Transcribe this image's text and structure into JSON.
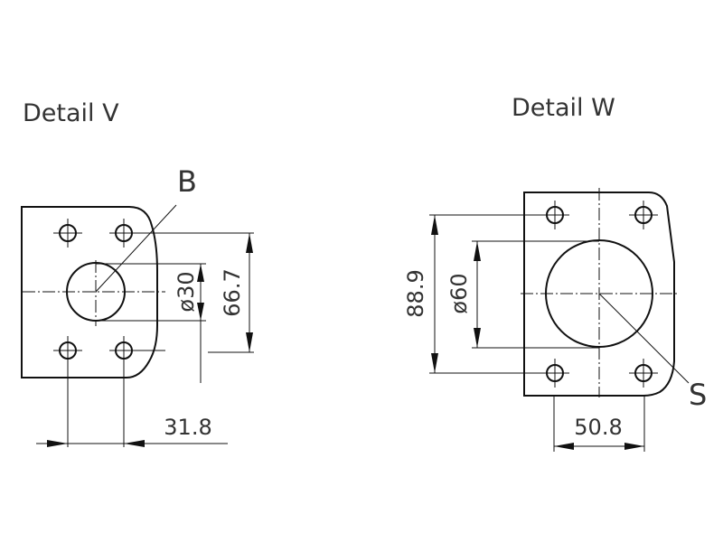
{
  "detail_v": {
    "title": "Detail V",
    "callout": "B",
    "dim_bore": "ø30",
    "dim_bolt_vertical": "66.7",
    "dim_bolt_horizontal": "31.8"
  },
  "detail_w": {
    "title": "Detail W",
    "callout": "S",
    "dim_bolt_vertical": "88.9",
    "dim_bore": "ø60",
    "dim_bolt_horizontal": "50.8"
  }
}
